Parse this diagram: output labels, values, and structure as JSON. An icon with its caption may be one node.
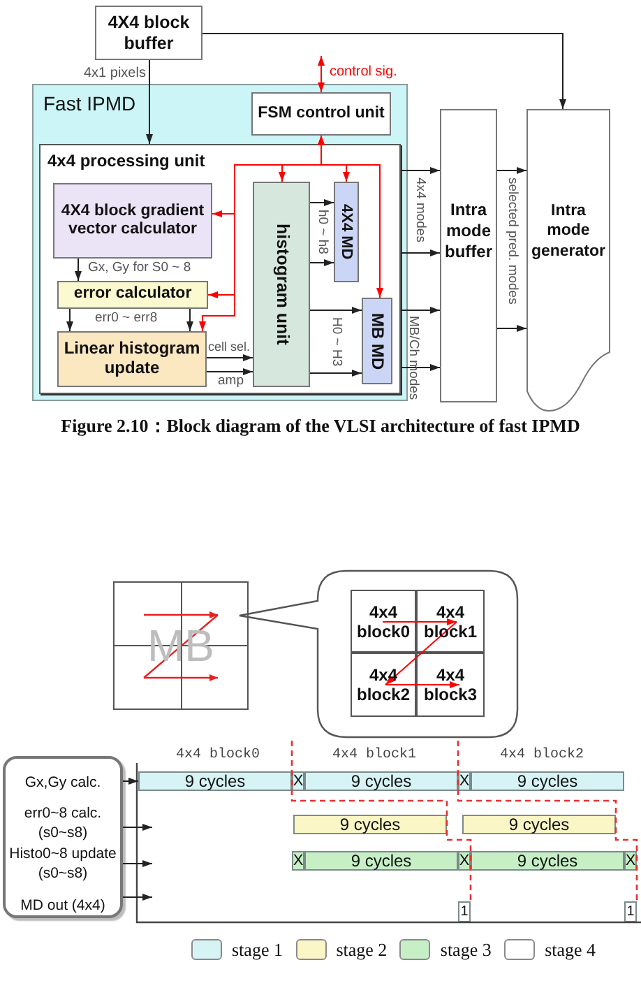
{
  "diagram": {
    "caption": "Figure 2.10：Block diagram of the VLSI architecture of fast IPMD",
    "nodes": [
      {
        "text": [
          "4X4 block buffer"
        ]
      },
      {
        "text": [
          "Fast IPMD"
        ]
      },
      {
        "text": [
          "FSM control unit"
        ],
        "in": 1
      },
      {
        "text": [
          "4x4 processing unit"
        ],
        "in": 1
      },
      {
        "text": [
          "4X4 block gradient vector calculator"
        ],
        "in": 3
      },
      {
        "text": [
          "error calculator"
        ],
        "in": 3
      },
      {
        "text": [
          "Linear histogram update"
        ],
        "in": 3
      },
      {
        "text": [
          "histogram unit"
        ],
        "in": 3
      },
      {
        "text": [
          "4X4 MD"
        ],
        "in": 3
      },
      {
        "text": [
          "MB MD"
        ],
        "in": 3
      },
      {
        "text": [
          "Intra mode buffer"
        ]
      },
      {
        "text": [
          "Intra mode generator"
        ]
      },
      {
        "text": [
          "MB"
        ]
      },
      {
        "text": [],
        "shape": "bubble"
      },
      {
        "text": [
          "4x4 block0"
        ],
        "in": 13
      },
      {
        "text": [
          "4x4 block1"
        ],
        "in": 13
      },
      {
        "text": [
          "4x4 block2"
        ],
        "in": 13
      },
      {
        "text": [
          "4x4 block3"
        ],
        "in": 13
      },
      {
        "text": [
          "Gx,Gy calc.",
          "err0~8 calc. (s0~s8)",
          "Histo0~8 update (s0~s8)",
          "MD out (4x4)"
        ]
      },
      {
        "text": [
          "9 cycles"
        ]
      },
      {
        "text": [
          "X"
        ]
      },
      {
        "text": [
          "9 cycles"
        ]
      },
      {
        "text": [
          "X"
        ]
      },
      {
        "text": [
          "9 cycles"
        ]
      },
      {
        "text": [
          "9 cycles"
        ]
      },
      {
        "text": [
          "9 cycles"
        ]
      },
      {
        "text": [
          "X"
        ]
      },
      {
        "text": [
          "9 cycles"
        ]
      },
      {
        "text": [
          "X"
        ]
      },
      {
        "text": [
          "9 cycles"
        ]
      },
      {
        "text": [
          "X"
        ]
      },
      {
        "text": [
          "1"
        ]
      },
      {
        "text": [
          "1"
        ]
      }
    ],
    "edges": [
      {
        "from": 0,
        "to": 3,
        "arrow": "to",
        "label": "4x1 pixels"
      },
      {
        "from": 0,
        "to": 11,
        "arrow": "to"
      },
      {
        "from": null,
        "to": 2,
        "arrow": "both",
        "label": "control sig.",
        "color": "#ff0000"
      },
      {
        "from": 2,
        "to": 4,
        "arrow": "both",
        "color": "#ff0000"
      },
      {
        "from": 2,
        "to": 5,
        "arrow": "both",
        "color": "#ff0000"
      },
      {
        "from": 2,
        "to": 6,
        "arrow": "both",
        "color": "#ff0000"
      },
      {
        "from": 2,
        "to": 7,
        "arrow": "both",
        "color": "#ff0000"
      },
      {
        "from": 2,
        "to": 8,
        "arrow": "both",
        "color": "#ff0000"
      },
      {
        "from": 2,
        "to": 9,
        "arrow": "both",
        "color": "#ff0000"
      },
      {
        "from": 4,
        "to": 5,
        "arrow": "to",
        "label": "Gx, Gy for S0 ~ 8"
      },
      {
        "from": 5,
        "to": 6,
        "arrow": "to",
        "label": "err0 ~ err8"
      },
      {
        "from": 5,
        "to": 6,
        "arrow": "to"
      },
      {
        "from": 6,
        "to": 7,
        "arrow": "to",
        "label": "cell sel."
      },
      {
        "from": 6,
        "to": 7,
        "arrow": "to",
        "label": "amp"
      },
      {
        "from": 7,
        "to": 8,
        "arrow": "to",
        "label": "h0 ~ h8"
      },
      {
        "from": 7,
        "to": 8,
        "arrow": "to"
      },
      {
        "from": 7,
        "to": 9,
        "arrow": "to",
        "label": "H0 ~ H3"
      },
      {
        "from": 7,
        "to": 9,
        "arrow": "to"
      },
      {
        "from": 3,
        "to": 10,
        "arrow": "to",
        "label": "4x4 modes"
      },
      {
        "from": 3,
        "to": 10,
        "arrow": "to"
      },
      {
        "from": 3,
        "to": 10,
        "arrow": "to",
        "label": "MB/Ch modes"
      },
      {
        "from": 3,
        "to": 10,
        "arrow": "to"
      },
      {
        "from": 10,
        "to": 11,
        "arrow": "to",
        "label": "selected pred. modes"
      },
      {
        "from": 10,
        "to": 11,
        "arrow": "to"
      },
      {
        "from": 18,
        "to": 19,
        "arrow": "to"
      },
      {
        "from": 18,
        "to": null,
        "arrow": "to"
      },
      {
        "from": 18,
        "to": null,
        "arrow": "to"
      },
      {
        "from": 18,
        "to": null,
        "arrow": "to"
      },
      {
        "from": 14,
        "to": 15,
        "arrow": "to",
        "color": "#ff0000"
      },
      {
        "from": 15,
        "to": 16,
        "arrow": "to",
        "color": "#ff0000"
      },
      {
        "from": 16,
        "to": 17,
        "arrow": "to",
        "color": "#ff0000"
      }
    ],
    "labels": [
      "4x4 block0",
      "4x4 block1",
      "4x4 block2"
    ],
    "legend": [
      {
        "text": "stage 1",
        "color": "#d6f4f6"
      },
      {
        "text": "stage 2",
        "color": "#fbf6c6"
      },
      {
        "text": "stage 3",
        "color": "#c6efc6"
      },
      {
        "text": "stage 4",
        "color": "#ffffff"
      }
    ]
  }
}
